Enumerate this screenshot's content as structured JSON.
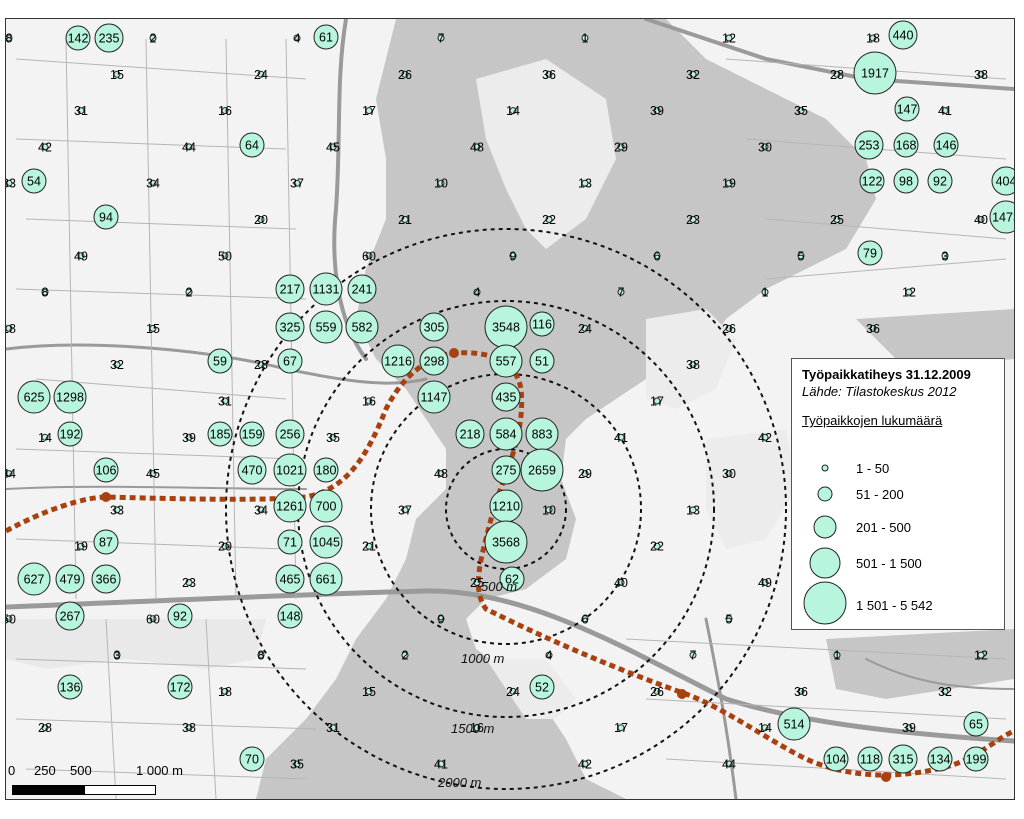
{
  "legend": {
    "title": "Työpaikkatiheys 31.12.2009",
    "source": "Lähde: Tilastokeskus 2012",
    "subtitle": "Työpaikkojen lukumäärä",
    "classes": [
      {
        "label": "1 - 50"
      },
      {
        "label": "51 - 200"
      },
      {
        "label": "201 - 500"
      },
      {
        "label": "501 - 1 500"
      },
      {
        "label": "1 501 - 5 542"
      }
    ]
  },
  "scale": {
    "labels": [
      "0",
      "250",
      "500",
      "1 000 m"
    ]
  },
  "rings": [
    "500 m",
    "1000 m",
    "1500 m",
    "2000 m"
  ],
  "colors": {
    "circle_fill": "#b7f5dd",
    "route": "#a8410f",
    "water": "#c7c7c7",
    "land": "#f3f3f3"
  },
  "large_counts": [
    "235",
    "142",
    "440",
    "1917",
    "253",
    "168",
    "146",
    "147",
    "122",
    "98",
    "92",
    "404",
    "1473",
    "217",
    "1131",
    "241",
    "325",
    "559",
    "582",
    "305",
    "3548",
    "1216",
    "298",
    "557",
    "625",
    "1298",
    "1147",
    "435",
    "256",
    "159",
    "185",
    "584",
    "883",
    "218",
    "470",
    "1021",
    "180",
    "275",
    "2659",
    "1261",
    "700",
    "1210",
    "1045",
    "3568",
    "627",
    "479",
    "366",
    "465",
    "661",
    "267",
    "514",
    "315",
    "134",
    "199",
    "172",
    "136",
    "148",
    "94",
    "64",
    "61",
    "52",
    "87",
    "92",
    "79",
    "71",
    "59",
    "54",
    "67",
    "62",
    "65",
    "70",
    "51",
    "104",
    "118",
    "116",
    "106",
    "192"
  ],
  "small_counts": [
    "8",
    "2",
    "4",
    "7",
    "1",
    "12",
    "18",
    "15",
    "24",
    "26",
    "36",
    "32",
    "28",
    "38",
    "31",
    "16",
    "17",
    "14",
    "39",
    "35",
    "41",
    "42",
    "44",
    "45",
    "48",
    "29",
    "30",
    "33",
    "34",
    "37",
    "10",
    "13",
    "19",
    "20",
    "21",
    "22",
    "23",
    "25",
    "40",
    "49",
    "50",
    "60",
    "9",
    "6",
    "5",
    "3"
  ]
}
